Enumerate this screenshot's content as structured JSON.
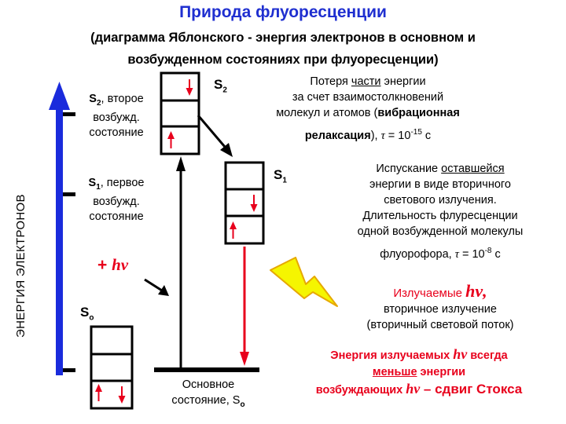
{
  "title": "Природа флуоресценции",
  "subtitle_line1": "(диаграмма Яблонского - энергия электронов в основном и",
  "subtitle_line2": "возбужденном состояниях при флуоресценции)",
  "energy_axis_label": "ЭНЕРГИЯ   ЭЛЕКТРОНОВ",
  "levels": {
    "s2_symbol": "S",
    "s2_index": "2",
    "s2_desc_tail": ", второе",
    "s2_desc_line2": "возбужд.",
    "s2_desc_line3": "состояние",
    "s1_symbol": "S",
    "s1_index": "1",
    "s1_desc_tail": ", первое",
    "s1_desc_line2": "возбужд.",
    "s1_desc_line3": "состояние",
    "s0_symbol": "S",
    "s0_index": "o",
    "ground_line1": "Основное",
    "ground_line2": "состояние, S",
    "ground_index": "o"
  },
  "absorption": {
    "plus": "+ ",
    "hv": "hν"
  },
  "relaxation": {
    "line1_pre": "Потеря ",
    "line1_ul": "части",
    "line1_post": " энергии",
    "line2": "за счет взаимостолкновений",
    "line3_pre": "молекул и атомов (",
    "line3_bold": "вибрационная",
    "line4_bold": "релаксация",
    "line4_mid": "), ",
    "tau": "τ",
    "line4_eq": " = 10",
    "line4_exp": "-15",
    "line4_unit": " с"
  },
  "emission": {
    "line1_pre": "Испускание ",
    "line1_ul": "оставшейся",
    "line2": "энергии в виде вторичного",
    "line3": "светового излучения.",
    "line4": "Длительность флуресценции",
    "line5": "одной возбужденной молекулы",
    "line6_pre": "флуорофора, ",
    "tau": "τ",
    "line6_eq": " = 10",
    "line6_exp": "-8",
    "line6_unit": " с"
  },
  "emitted": {
    "line1_pre": "Излучаемые ",
    "hv": "hν,",
    "line2": "вторичное излучение",
    "line3": "(вторичный световой поток)"
  },
  "stokes": {
    "line1_pre": "Энергия излучаемых ",
    "line1_hv": "hν",
    "line1_post": " всегда",
    "line2_ul": "меньше",
    "line2_post": "  энергии",
    "line3_pre": "возбуждающих ",
    "line3_hv": "hν",
    "line3_post": " – сдвиг Стокса"
  },
  "colors": {
    "title": "#1f2fd0",
    "axis": "#1a2bdc",
    "arrows_red": "#e8001c",
    "lightning_fill": "#f5f500",
    "lightning_stroke": "#e6a800"
  }
}
